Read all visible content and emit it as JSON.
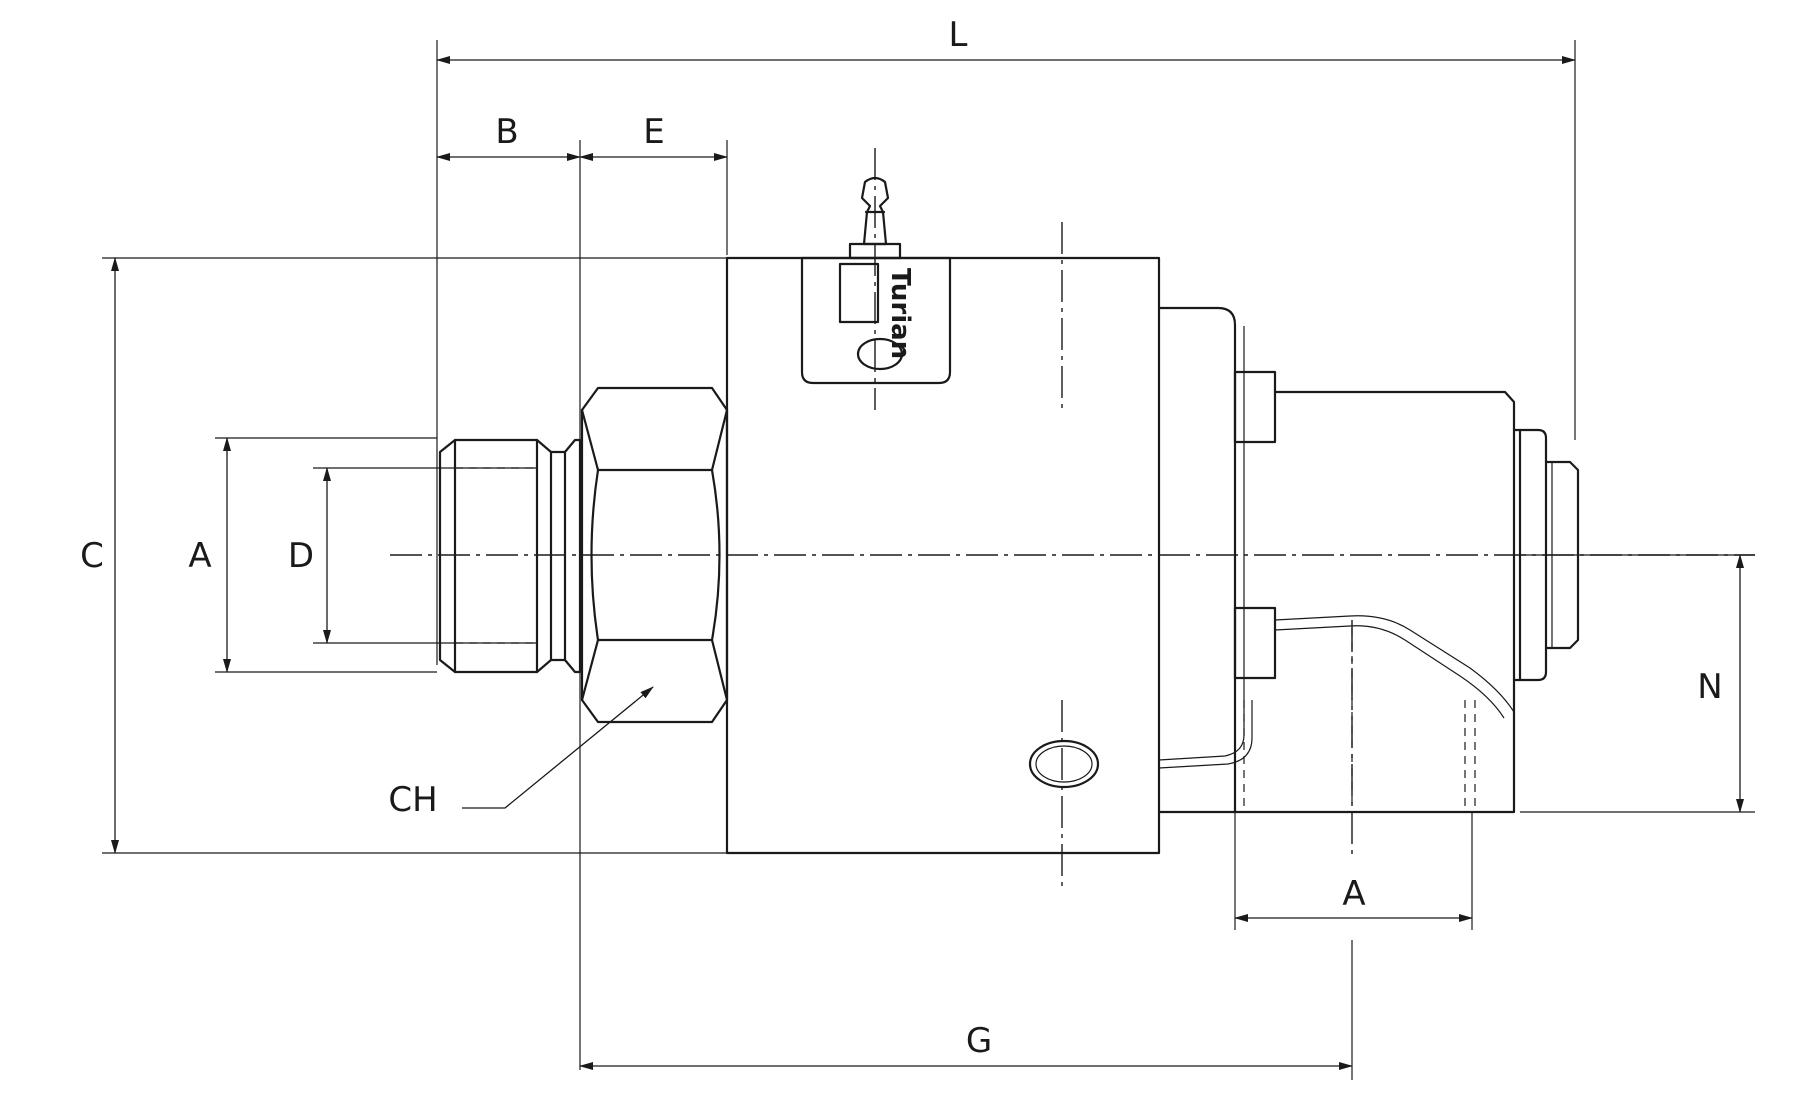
{
  "drawing": {
    "brand": "Turian",
    "dimensions": {
      "L": "L",
      "B": "B",
      "E": "E",
      "C": "C",
      "A_left": "A",
      "D": "D",
      "CH": "CH",
      "N": "N",
      "A_bottom": "A",
      "G": "G"
    }
  }
}
